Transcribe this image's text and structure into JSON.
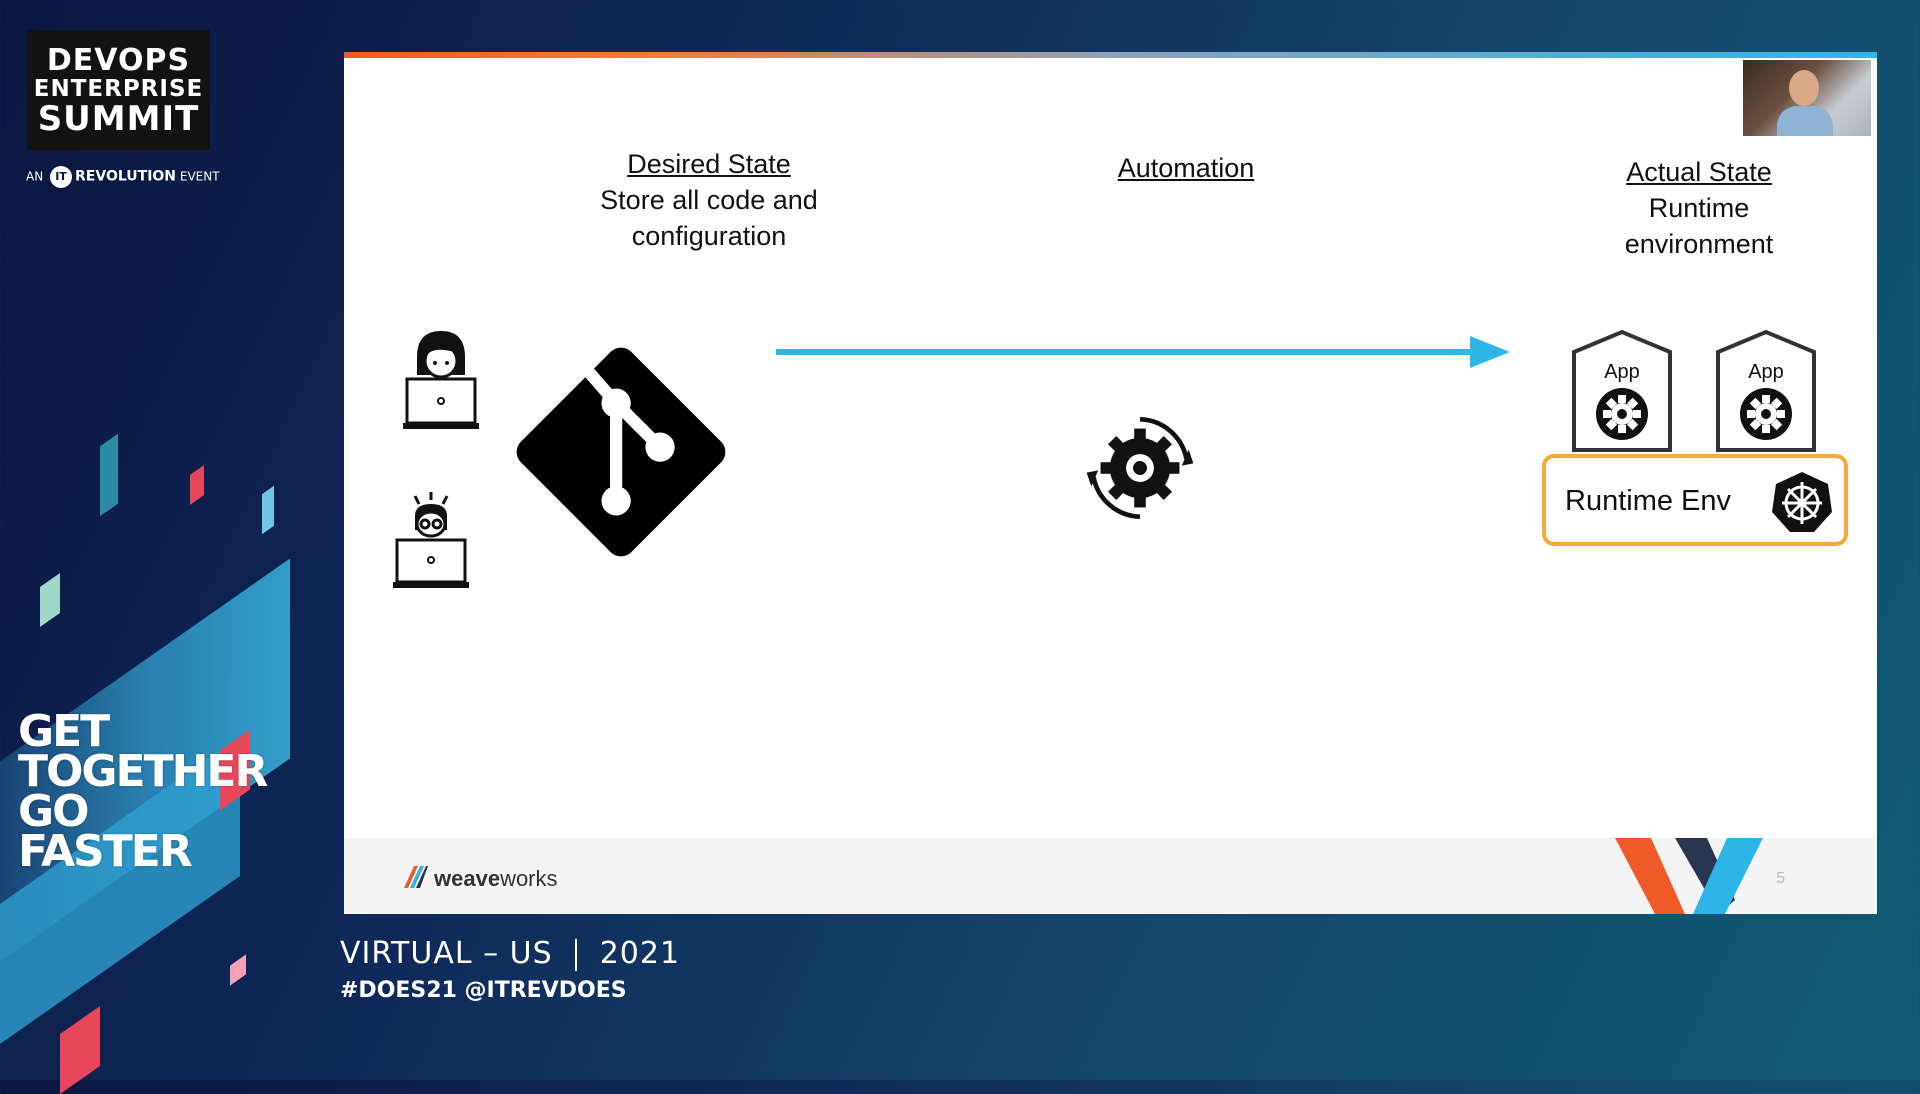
{
  "event": {
    "logo_line1": "DEVOPS",
    "logo_line2": "ENTERPRISE",
    "logo_line3": "SUMMIT",
    "sub_prefix": "AN",
    "sub_brand_mark": "IT",
    "sub_brand": "REVOLUTION",
    "sub_suffix": "EVENT",
    "tagline": [
      "GET",
      "TOGETHER",
      "GO",
      "FASTER"
    ],
    "location": "VIRTUAL – US",
    "year": "2021",
    "hashtags": "#DOES21 @ITREVDOES"
  },
  "slide": {
    "desired": {
      "title": "Desired State",
      "line1": "Store all code and",
      "line2": "configuration"
    },
    "automation": {
      "title": "Automation"
    },
    "actual": {
      "title": "Actual State",
      "line1": "Runtime",
      "line2": "environment"
    },
    "app_label": "App",
    "runtime_label": "Runtime Env",
    "footer_brand_bold": "weave",
    "footer_brand_rest": "works",
    "page_number": "5"
  },
  "colors": {
    "arrow": "#2fb6e8",
    "runtime_border": "#f7a83a",
    "accent_orange": "#f05a28",
    "accent_blue": "#2fb6e8"
  },
  "icons": [
    "git-icon",
    "developer-icon",
    "operator-icon",
    "automation-gear-icon",
    "app-gear-icon",
    "kubernetes-helm-icon",
    "weaveworks-logo-icon",
    "presenter-video"
  ]
}
